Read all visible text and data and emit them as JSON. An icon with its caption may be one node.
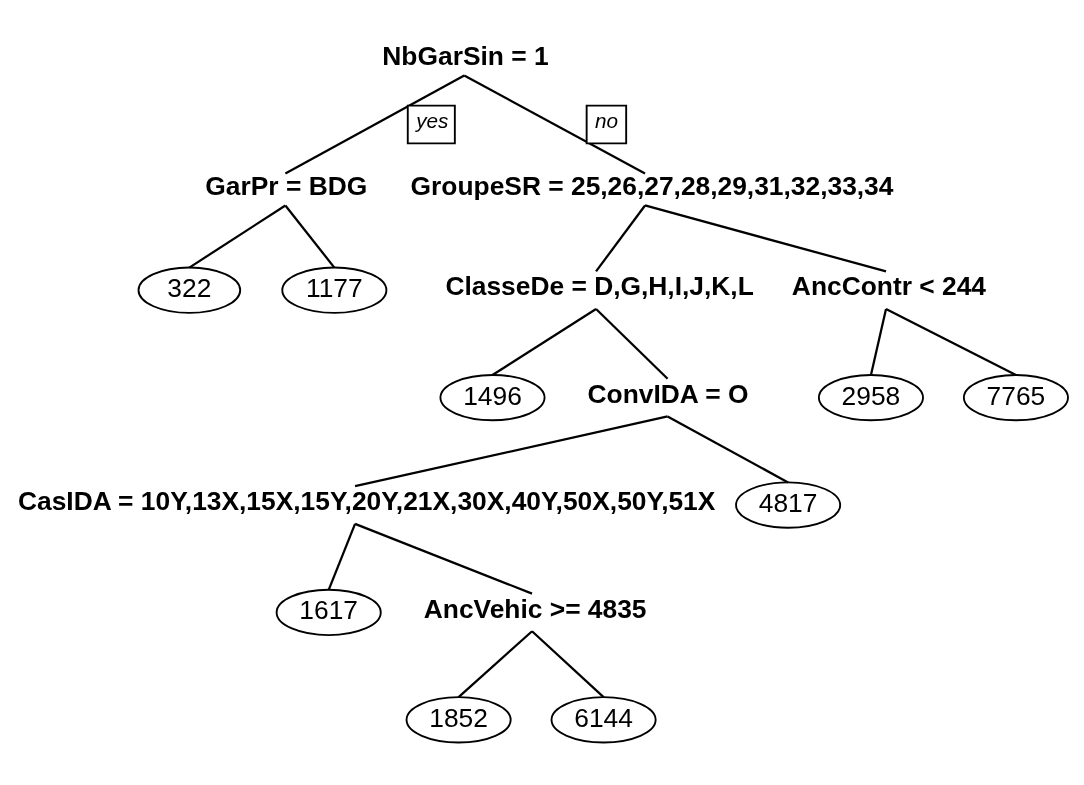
{
  "diagram": {
    "nodes": [
      {
        "text": [
          "NbGarSin = 1"
        ]
      },
      {
        "text": [
          "GarPr = BDG"
        ]
      },
      {
        "text": [
          "322"
        ]
      },
      {
        "text": [
          "1177"
        ]
      },
      {
        "text": [
          "GroupeSR = 25,26,27,28,29,31,32,33,34"
        ]
      },
      {
        "text": [
          "ClasseDe = D,G,H,I,J,K,L"
        ]
      },
      {
        "text": [
          "1496"
        ]
      },
      {
        "text": [
          "ConvIDA = O"
        ]
      },
      {
        "text": [
          "CasIDA = 10Y,13X,15X,15Y,20Y,21X,30X,40Y,50X,50Y,51X"
        ]
      },
      {
        "text": [
          "1617"
        ]
      },
      {
        "text": [
          "AncVehic >= 4835"
        ]
      },
      {
        "text": [
          "1852"
        ]
      },
      {
        "text": [
          "6144"
        ]
      },
      {
        "text": [
          "4817"
        ]
      },
      {
        "text": [
          "AncContr < 244"
        ]
      },
      {
        "text": [
          "2958"
        ]
      },
      {
        "text": [
          "7765"
        ]
      }
    ],
    "edges": [
      {
        "from": 0,
        "to": 1,
        "arrow": "none",
        "label": "yes"
      },
      {
        "from": 0,
        "to": 4,
        "arrow": "none",
        "label": "no"
      },
      {
        "from": 1,
        "to": 2,
        "arrow": "none"
      },
      {
        "from": 1,
        "to": 3,
        "arrow": "none"
      },
      {
        "from": 4,
        "to": 5,
        "arrow": "none"
      },
      {
        "from": 4,
        "to": 14,
        "arrow": "none"
      },
      {
        "from": 5,
        "to": 6,
        "arrow": "none"
      },
      {
        "from": 5,
        "to": 7,
        "arrow": "none"
      },
      {
        "from": 7,
        "to": 8,
        "arrow": "none"
      },
      {
        "from": 7,
        "to": 13,
        "arrow": "none"
      },
      {
        "from": 8,
        "to": 9,
        "arrow": "none"
      },
      {
        "from": 8,
        "to": 10,
        "arrow": "none"
      },
      {
        "from": 10,
        "to": 11,
        "arrow": "none"
      },
      {
        "from": 10,
        "to": 12,
        "arrow": "none"
      },
      {
        "from": 14,
        "to": 15,
        "arrow": "none"
      },
      {
        "from": 14,
        "to": 16,
        "arrow": "none"
      }
    ]
  }
}
